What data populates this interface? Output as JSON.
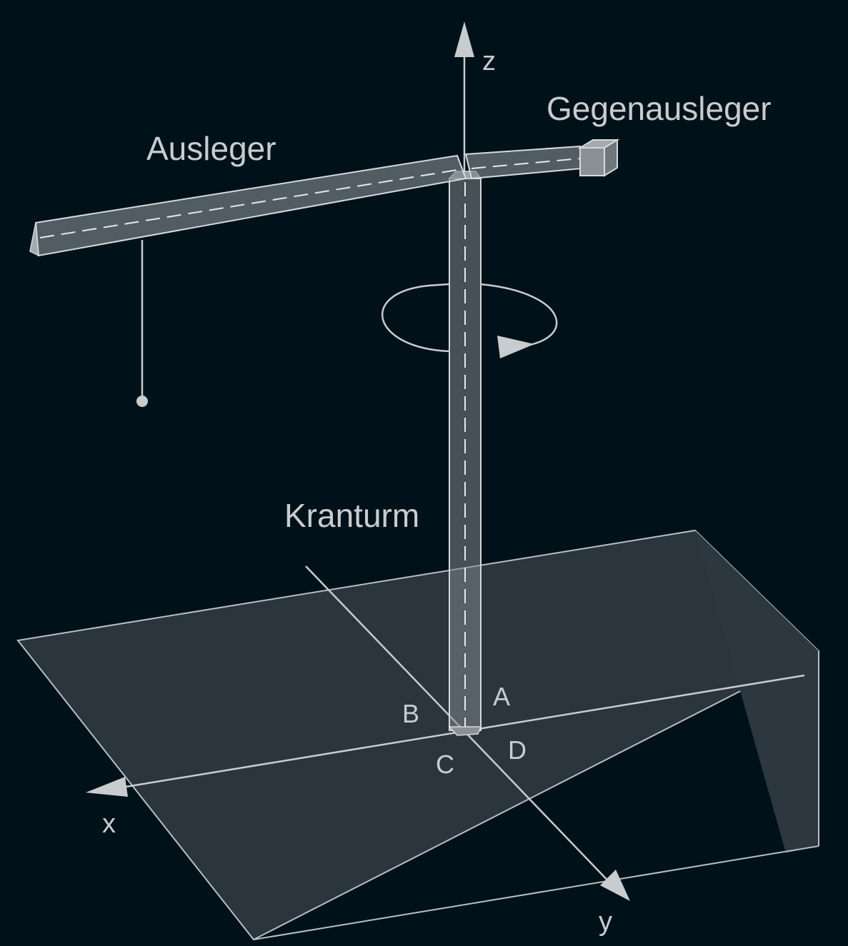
{
  "labels": {
    "z_axis": "z",
    "x_axis": "x",
    "y_axis": "y",
    "boom": "Ausleger",
    "counter_boom": "Gegenausleger",
    "tower": "Kranturm",
    "point_a": "A",
    "point_b": "B",
    "point_c": "C",
    "point_d": "D"
  },
  "colors": {
    "background": "#01111a",
    "line": "#c9ccce",
    "ground": "#2a353d",
    "structure": "#7d858a",
    "text": "#c9ccce"
  }
}
